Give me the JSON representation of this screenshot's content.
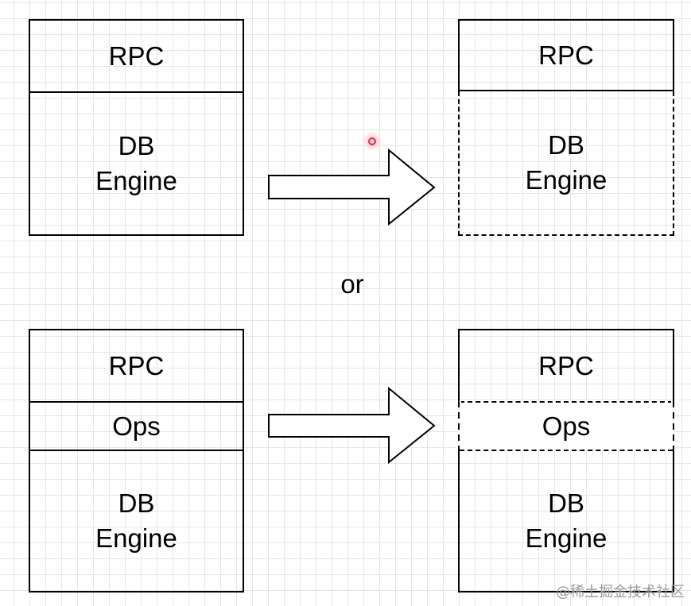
{
  "diagram": {
    "top_left": {
      "rpc_label": "RPC",
      "engine_line1": "DB",
      "engine_line2": "Engine"
    },
    "top_right": {
      "rpc_label": "RPC",
      "engine_line1": "DB",
      "engine_line2": "Engine"
    },
    "separator": "or",
    "bottom_left": {
      "rpc_label": "RPC",
      "ops_label": "Ops",
      "engine_line1": "DB",
      "engine_line2": "Engine"
    },
    "bottom_right": {
      "rpc_label": "RPC",
      "ops_label": "Ops",
      "engine_line1": "DB",
      "engine_line2": "Engine"
    }
  },
  "watermark": "@稀土掘金技术社区",
  "colors": {
    "line": "#000000",
    "grid": "#e6e6e6",
    "cursor_dot": "#d9304a"
  }
}
